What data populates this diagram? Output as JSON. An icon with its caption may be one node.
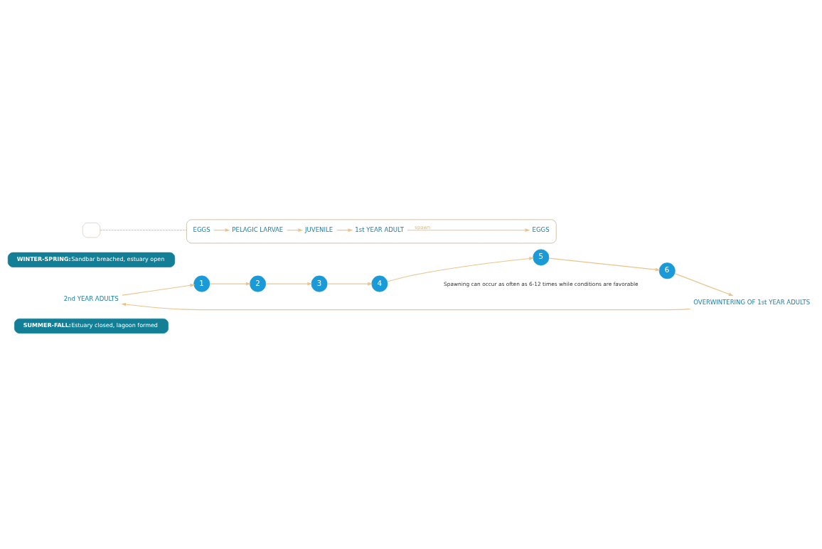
{
  "diagram": {
    "nodes": [
      {
        "text": [
          "SUMMER-FALL:",
          "Estuary closed, lagoon formed"
        ]
      },
      {
        "text": [
          "2nd YEAR ADULTS"
        ]
      },
      {
        "text": [
          "1"
        ]
      },
      {
        "text": [
          "2"
        ]
      },
      {
        "text": [
          "3"
        ]
      },
      {
        "text": [
          "4"
        ]
      },
      {
        "text": [
          "5"
        ]
      },
      {
        "text": [
          "6"
        ]
      },
      {
        "text": [
          "OVERWINTERING OF 1st YEAR ADULTS"
        ]
      },
      {
        "text": [
          "WINTER-SPRING:",
          "Sandbar breached, estuary open"
        ]
      },
      {
        "text": [],
        "shape": "box"
      },
      {
        "text": [],
        "shape": "box"
      },
      {
        "text": [
          "EGGS"
        ],
        "in": 11
      },
      {
        "text": [
          "EGGS"
        ],
        "in": 11
      },
      {
        "text": [
          "1st YEAR ADULT"
        ],
        "in": 11
      },
      {
        "text": [
          "PELAGIC LARVAE"
        ],
        "in": 11
      },
      {
        "text": [
          "JUVENILE"
        ],
        "in": 11
      }
    ],
    "edges": [
      {
        "from": 1,
        "to": 2,
        "arrow": "to"
      },
      {
        "from": 2,
        "to": 3,
        "arrow": "to"
      },
      {
        "from": 3,
        "to": 4,
        "arrow": "to"
      },
      {
        "from": 4,
        "to": 5,
        "arrow": "to"
      },
      {
        "from": 5,
        "to": 6,
        "arrow": "to"
      },
      {
        "from": 6,
        "to": 7,
        "arrow": "to"
      },
      {
        "from": 7,
        "to": 8,
        "arrow": "to"
      },
      {
        "from": 8,
        "to": 1,
        "arrow": "to"
      },
      {
        "from": 10,
        "to": 11,
        "arrow": "none",
        "style": "dashed"
      },
      {
        "from": 12,
        "to": 15,
        "arrow": "to"
      },
      {
        "from": 15,
        "to": 16,
        "arrow": "to"
      },
      {
        "from": 16,
        "to": 14,
        "arrow": "to"
      },
      {
        "from": 14,
        "to": 13,
        "arrow": "to",
        "label": "spawn"
      }
    ],
    "labels": [
      "Spawning can occur as often as 6-12 times while conditions are favorable"
    ]
  }
}
